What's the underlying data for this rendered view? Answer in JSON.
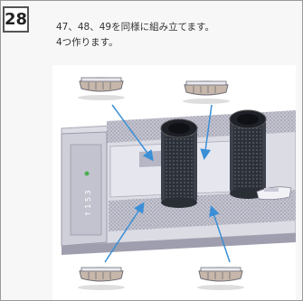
{
  "step": {
    "number": "28"
  },
  "instruction": {
    "line1": "47、48、49を同様に組み立てます。",
    "line2": "4つ作ります。"
  },
  "photo": {
    "side_label": "↑ 1 5 3"
  },
  "colors": {
    "arrow": "#3a8fd6",
    "hull_gray": "#c9c9d3",
    "funnel": "#2b2f36",
    "lifeboat": "#c6b4a6"
  }
}
